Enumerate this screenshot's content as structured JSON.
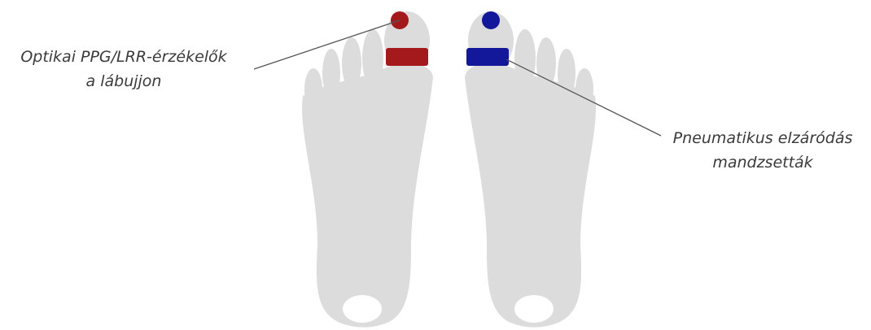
{
  "labels": {
    "sensor": {
      "line1": "Optikai PPG/LRR-érzékelők",
      "line2": "a lábujjon"
    },
    "cuff": {
      "line1": "Pneumatikus elzáródás",
      "line2": "mandzsetták"
    }
  },
  "colors": {
    "foot": "#dcdcdc",
    "left_marker": "#a3191c",
    "right_marker": "#13189a",
    "leader_line": "#555555",
    "text": "#3a3a3a"
  }
}
